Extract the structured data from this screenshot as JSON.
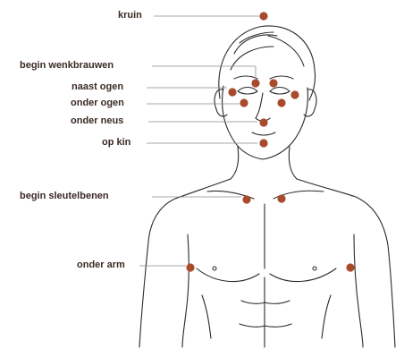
{
  "labels": {
    "kruin": "kruin",
    "begin_wenkbrauwen": "begin wenkbrauwen",
    "naast_ogen": "naast ogen",
    "onder_ogen": "onder ogen",
    "onder_neus": "onder neus",
    "op_kin": "op kin",
    "begin_sleutelbenen": "begin sleutelbenen",
    "onder_arm": "onder arm"
  },
  "colors": {
    "point": "#a94a2c",
    "leader_line": "#8a8a8a",
    "outline": "#2a2a2a",
    "label_text": "#3a2a24"
  }
}
